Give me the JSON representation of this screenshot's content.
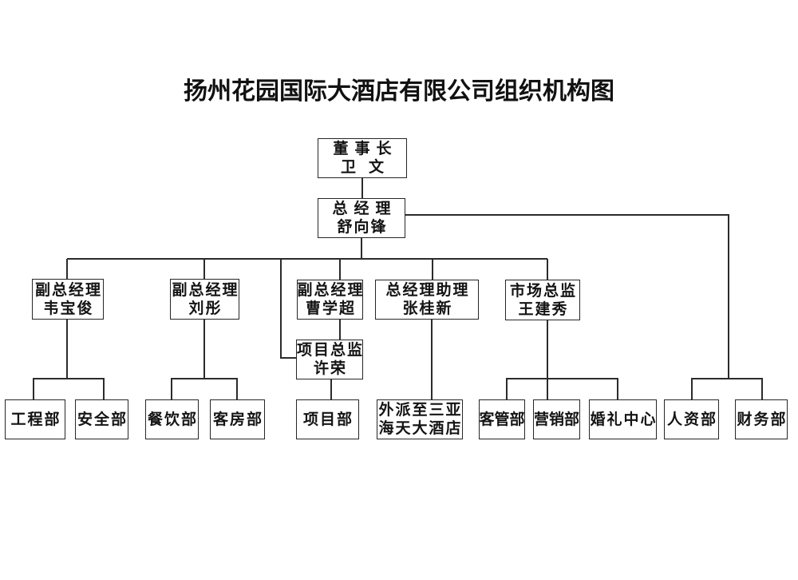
{
  "title": "扬州花园国际大酒店有限公司组织机构图",
  "colors": {
    "ink": "#262626",
    "background": "#ffffff"
  },
  "org": {
    "chairman": {
      "title": "董事长",
      "name": "卫文"
    },
    "general_manager": {
      "title": "总经理",
      "name": "舒向锋"
    },
    "deputy_gm_1": {
      "title": "副总经理",
      "name": "韦宝俊"
    },
    "deputy_gm_2": {
      "title": "副总经理",
      "name": "刘彤"
    },
    "deputy_gm_3": {
      "title": "副总经理",
      "name": "曹学超"
    },
    "gm_assistant": {
      "title": "总经理助理",
      "name": "张桂新"
    },
    "marketing_director": {
      "title": "市场总监",
      "name": "王建秀"
    },
    "project_director": {
      "title": "项目总监",
      "name": "许荣"
    },
    "departments": {
      "engineering": "工程部",
      "security": "安全部",
      "catering": "餐饮部",
      "housekeeping": "客房部",
      "project": "项目部",
      "seconded_line1": "外派至三亚",
      "seconded_line2": "海天大酒店",
      "guest_mgmt": "客管部",
      "sales": "营销部",
      "wedding_center": "婚礼中心",
      "hr": "人资部",
      "finance": "财务部"
    }
  }
}
